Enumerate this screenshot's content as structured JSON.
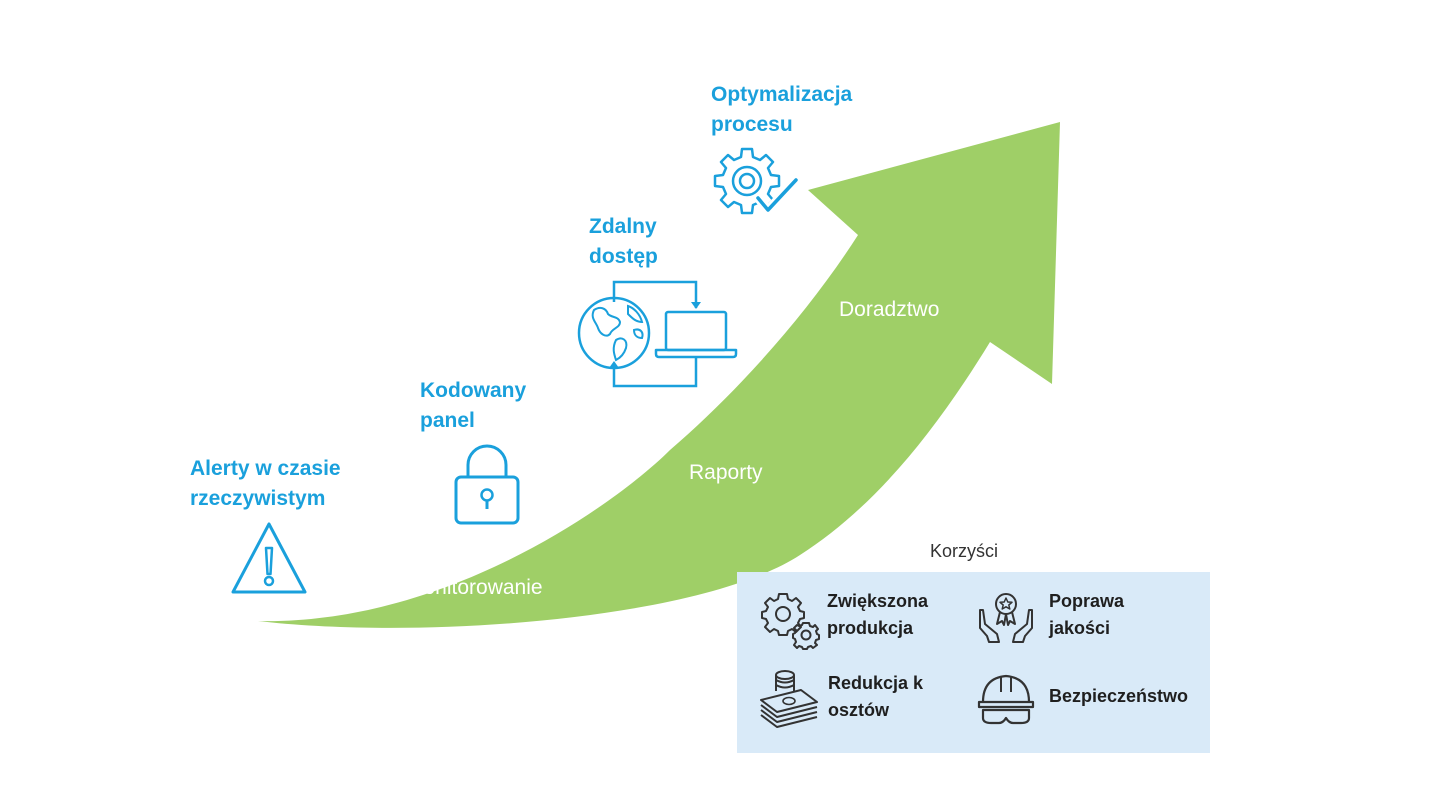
{
  "colors": {
    "arrow": "#9fcf67",
    "icon_blue": "#1aa0dc",
    "benefits_bg": "#d9eaf8",
    "dark_icon": "#333333"
  },
  "stages": [
    {
      "label_line1": "Alerty w czasie",
      "label_line2": "rzeczywistym",
      "icon": "warning-icon"
    },
    {
      "label_line1": "Kodowany",
      "label_line2": "panel",
      "icon": "lock-icon"
    },
    {
      "label_line1": "Zdalny",
      "label_line2": "dostęp",
      "icon": "remote-access-icon"
    },
    {
      "label_line1": "Optymalizacja",
      "label_line2": "procesu",
      "icon": "gear-check-icon"
    }
  ],
  "arrow_labels": {
    "monitoring": "Monitorowanie",
    "reports": "Raporty",
    "consulting": "Doradztwo"
  },
  "benefits": {
    "title": "Korzyści",
    "items": [
      {
        "line1": "Zwiększona",
        "line2": "produkcja",
        "icon": "gears-icon"
      },
      {
        "line1": "Poprawa",
        "line2": "jakości",
        "icon": "quality-award-icon"
      },
      {
        "line1": "Redukcja k",
        "line2": "osztów",
        "icon": "money-stack-icon"
      },
      {
        "line1": "Bezpieczeństwo",
        "line2": "",
        "icon": "safety-helmet-icon"
      }
    ]
  }
}
